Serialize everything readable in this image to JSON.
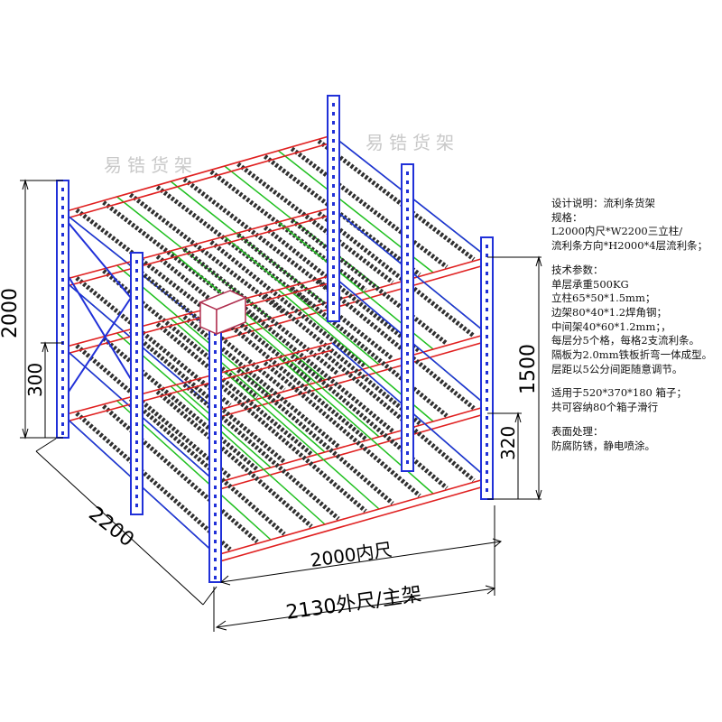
{
  "watermark": {
    "text_left": "易锆货架",
    "text_right": "易锆货架"
  },
  "dimensions": {
    "height_total": "2000",
    "bottom_gap": "300",
    "width_side": "2200",
    "front_height": "1500",
    "level_spacing": "320",
    "inner_length": "2000内尺",
    "outer_length": "2130外尺/主架"
  },
  "spec": {
    "design_note": "设计说明：流利条货架",
    "spec_title": "规格：",
    "spec_line1": "L2000内尺*W2200三立柱/",
    "spec_line2": "流利条方向*H2000*4层流利条；",
    "tech_title": "技术参数：",
    "tech_lines": [
      "单层承重500KG",
      "立柱65*50*1.5mm；",
      "边架80*40*1.2焊角钢；",
      "中间架40*60*1.2mm；，",
      "每层分5个格，每格2支流利条。",
      "隔板为2.0mm铁板折弯一体成型。",
      "层距以5公分间距随意调节。"
    ],
    "usage_lines": [
      "适用于520*370*180 箱子；",
      "共可容纳80个箱子滑行"
    ],
    "surface_title": "表面处理：",
    "surface_line": "防腐防锈，静电喷涂。"
  },
  "colors": {
    "upright": "#2030d8",
    "beam": "#e02020",
    "roller_rail": "#20c020",
    "roller": "#303030"
  }
}
